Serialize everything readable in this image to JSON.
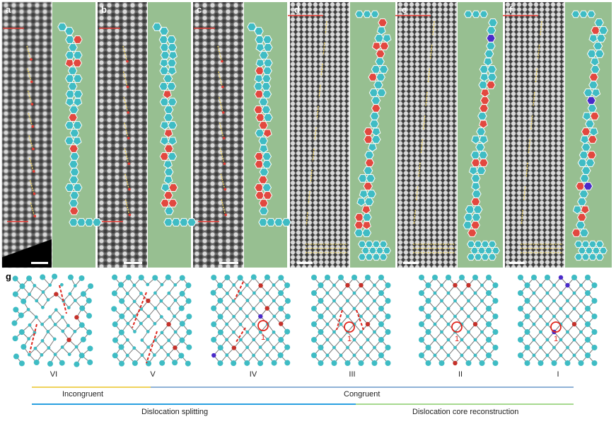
{
  "panels": [
    {
      "id": "a",
      "label": "a"
    },
    {
      "id": "b",
      "label": "b"
    },
    {
      "id": "c",
      "label": "c"
    },
    {
      "id": "d",
      "label": "d"
    },
    {
      "id": "e",
      "label": "e"
    },
    {
      "id": "f",
      "label": "f"
    }
  ],
  "panel_g": {
    "label": "g"
  },
  "stages": [
    "VI",
    "V",
    "IV",
    "III",
    "II",
    "I"
  ],
  "site_label": "1",
  "legend": {
    "incongruent": "Incongruent",
    "congruent": "Congruent",
    "splitting": "Dislocation splitting",
    "core_reconstruction": "Dislocation core reconstruction"
  },
  "colors": {
    "cyan": "#3fbcc4",
    "red": "#e2483f",
    "purple": "#4a2bc9",
    "green": "#97bf91",
    "yellow_line": "#f0d35c",
    "blue_line": "#8fb2d6",
    "cyan_line": "#2aa0e0",
    "lightgreen_line": "#a6d98f"
  }
}
